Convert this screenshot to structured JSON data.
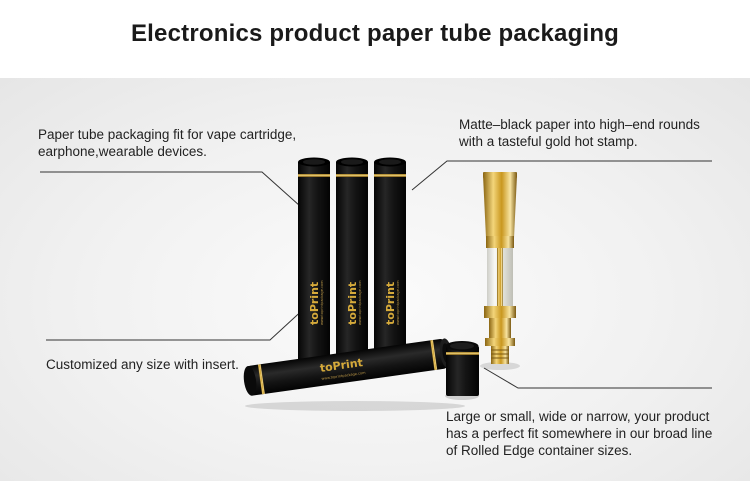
{
  "header": {
    "title": "Electronics product paper tube packaging"
  },
  "captions": {
    "vape_fit": "Paper tube packaging fit for vape cartridge,\nearphone,wearable devices.",
    "matte_black": "Matte–black paper into high–end rounds\nwith a tasteful gold hot stamp.",
    "custom_size": "Customized any size with insert.",
    "rolled_edge": "Large or small, wide or narrow, your product\nhas a perfect fit somewhere in our broad line\nof Rolled Edge container sizes."
  },
  "product": {
    "brand_logo": "toPrint",
    "brand_url": "www.toprintpackage.com",
    "tube_color": "#141414",
    "accent_gold": "#d6aa3a"
  },
  "colors": {
    "background": "#f2f2f2",
    "title_text": "#1a1a1a",
    "caption_text": "#222222",
    "leader_line": "#333333"
  }
}
